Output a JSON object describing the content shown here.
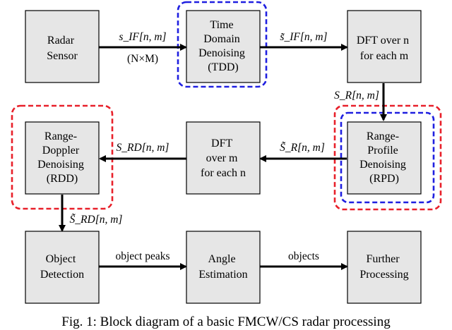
{
  "blocks": {
    "radar_sensor": [
      "Radar",
      "Sensor"
    ],
    "tdd": [
      "Time",
      "Domain",
      "Denoising",
      "(TDD)"
    ],
    "dft_n": [
      "DFT over n",
      "for each m"
    ],
    "rpd": [
      "Range-",
      "Profile",
      "Denoising",
      "(RPD)"
    ],
    "dft_m": [
      "DFT",
      "over m",
      "for each n"
    ],
    "rdd": [
      "Range-",
      "Doppler",
      "Denoising",
      "(RDD)"
    ],
    "object_detection": [
      "Object",
      "Detection"
    ],
    "angle_estimation": [
      "Angle",
      "Estimation"
    ],
    "further_processing": [
      "Further",
      "Processing"
    ]
  },
  "edges": {
    "sensor_to_tdd": "s_IF[n, m]",
    "sensor_to_tdd_dims": "(N×M)",
    "tdd_to_dft_n": "s̃_IF[n, m]",
    "dft_n_to_rpd": "S_R[n, m]",
    "rpd_to_dft_m": "S̃_R[n, m]",
    "dft_m_to_rdd": "S_RD[n, m]",
    "rdd_to_detection": "S̃_RD[n, m]",
    "detection_to_angle": "object peaks",
    "angle_to_further": "objects"
  },
  "caption": "Fig. 1: Block diagram of a basic FMCW/CS radar processing",
  "colors": {
    "box_fill": "#e6e6e6",
    "blue_dashed": "#1f1fe0",
    "red_dashed": "#e8202a"
  }
}
